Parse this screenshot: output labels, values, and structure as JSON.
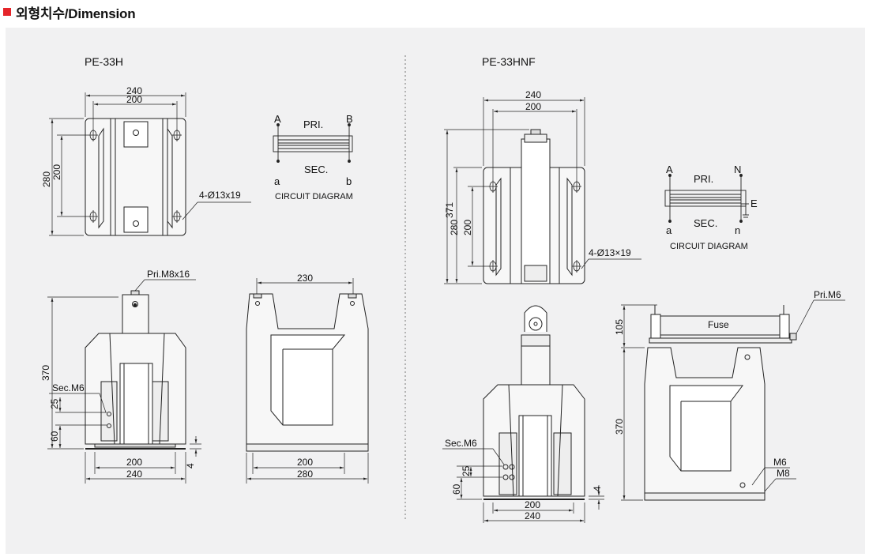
{
  "header": {
    "title": "외형치수/Dimension",
    "accent_color": "#e5252a",
    "icon": "red-square-icon"
  },
  "left": {
    "model": "PE-33H",
    "top_view": {
      "width_outer": "240",
      "width_inner": "200",
      "height_outer": "280",
      "height_inner": "200",
      "mount_holes": "4-Ø13x19"
    },
    "circuit": {
      "pri": "PRI.",
      "sec": "SEC.",
      "A": "A",
      "B": "B",
      "a": "a",
      "b": "b",
      "caption": "CIRCUIT DIAGRAM"
    },
    "front_view": {
      "pri_terminal": "Pri.M8x16",
      "sec_terminal": "Sec.M6",
      "height": "370",
      "dim_25": "25",
      "dim_60": "60",
      "dim_4": "4",
      "width_inner": "200",
      "width_outer": "240"
    },
    "side_view": {
      "top_width": "230",
      "width_inner": "200",
      "width_outer": "280"
    }
  },
  "right": {
    "model": "PE-33HNF",
    "top_view": {
      "width_outer": "240",
      "width_inner": "200",
      "height_total": "371",
      "height_outer": "280",
      "height_inner": "200",
      "mount_holes": "4-Ø13×19"
    },
    "circuit": {
      "pri": "PRI.",
      "sec": "SEC.",
      "A": "A",
      "N": "N",
      "a": "a",
      "n": "n",
      "E": "E",
      "caption": "CIRCUIT DIAGRAM"
    },
    "front_view": {
      "sec_terminal": "Sec.M6",
      "dim_25": "25",
      "dim_60": "60",
      "dim_4": "4",
      "width_inner": "200",
      "width_outer": "240"
    },
    "side_view": {
      "pri_terminal": "Pri.M6",
      "fuse": "Fuse",
      "dim_105": "105",
      "height": "370",
      "m6": "M6",
      "m8": "M8"
    }
  }
}
